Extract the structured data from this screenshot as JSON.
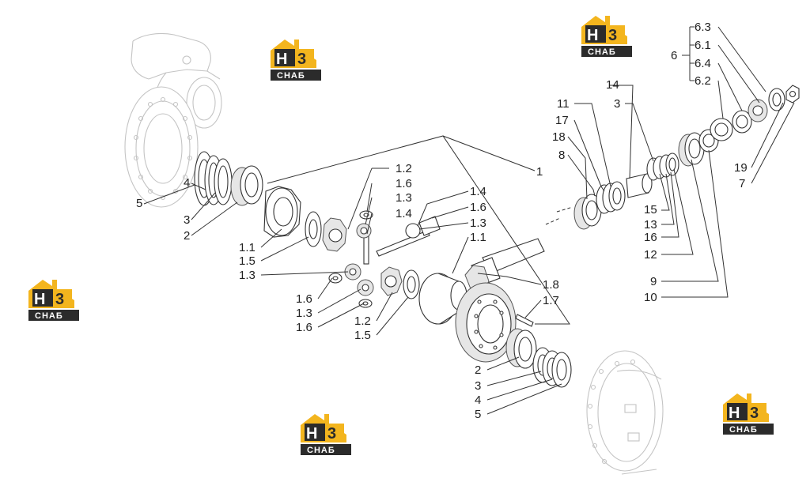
{
  "logo": {
    "main": "H3",
    "sub": "CHAБ",
    "colors": {
      "yellow": "#f3b51e",
      "dark": "#2b2b2b"
    }
  },
  "labels": {
    "l_1": "1",
    "l_1_1_a": "1.1",
    "l_1_1_b": "1.1",
    "l_1_2_a": "1.2",
    "l_1_2_b": "1.2",
    "l_1_3_a": "1.3",
    "l_1_3_b": "1.3",
    "l_1_3_c": "1.3",
    "l_1_3_d": "1.3",
    "l_1_4_a": "1.4",
    "l_1_4_b": "1.4",
    "l_1_5_a": "1.5",
    "l_1_5_b": "1.5",
    "l_1_6_a": "1.6",
    "l_1_6_b": "1.6",
    "l_1_6_c": "1.6",
    "l_1_6_d": "1.6",
    "l_1_7": "1.7",
    "l_1_8": "1.8",
    "l_2_a": "2",
    "l_2_b": "2",
    "l_3_a": "3",
    "l_3_b": "3",
    "l_3_c": "3",
    "l_4_a": "4",
    "l_4_b": "4",
    "l_5_a": "5",
    "l_5_b": "5",
    "l_6": "6",
    "l_6_1": "6.1",
    "l_6_2": "6.2",
    "l_6_3": "6.3",
    "l_6_4": "6.4",
    "l_7": "7",
    "l_8": "8",
    "l_9": "9",
    "l_10": "10",
    "l_11": "11",
    "l_12": "12",
    "l_13": "13",
    "l_14": "14",
    "l_15": "15",
    "l_16": "16",
    "l_17": "17",
    "l_18": "18",
    "l_19": "19"
  }
}
